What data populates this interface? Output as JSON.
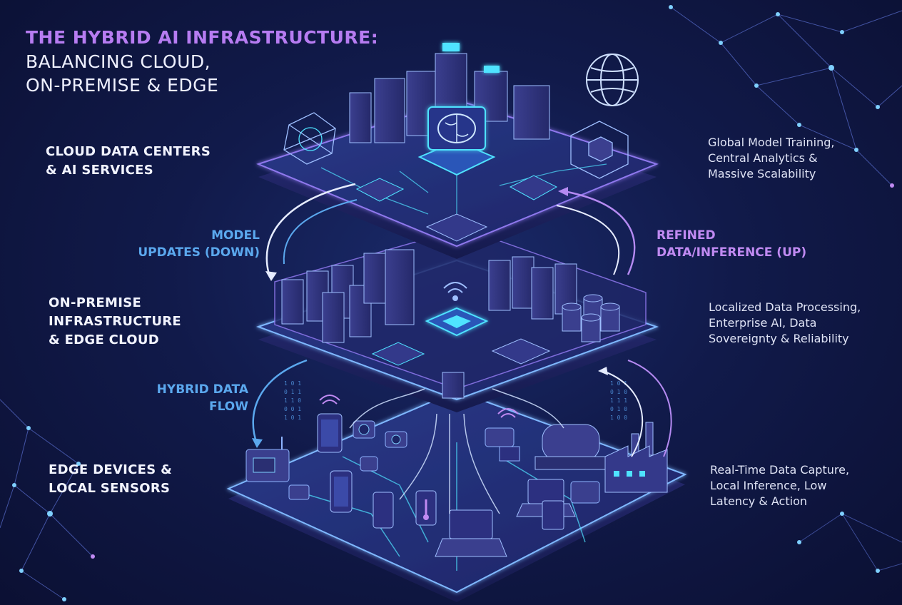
{
  "title": {
    "line1": "THE HYBRID AI INFRASTRUCTURE:",
    "line2": "BALANCING CLOUD,\nON-PREMISE & EDGE"
  },
  "layers": [
    {
      "label": "CLOUD DATA CENTERS\n& AI SERVICES",
      "description": "Global Model Training,\nCentral Analytics &\nMassive Scalability"
    },
    {
      "label": "ON-PREMISE\nINFRASTRUCTURE\n& EDGE CLOUD",
      "description": "Localized Data Processing,\nEnterprise AI, Data\nSovereignty & Reliability"
    },
    {
      "label": "EDGE DEVICES &\nLOCAL SENSORS",
      "description": "Real-Time Data Capture,\nLocal Inference, Low\nLatency & Action"
    }
  ],
  "flows": {
    "down": "MODEL\nUPDATES (DOWN)",
    "up": "REFINED\nDATA/INFERENCE (UP)",
    "hybrid": "HYBRID DATA\nFLOW"
  },
  "colors": {
    "accent_purple": "#b77cf2",
    "accent_blue": "#5ba8ee",
    "glow_cyan": "#4fe3ff",
    "platform_edge": "#7fb8ff"
  },
  "icons": [
    "brain-chip-icon",
    "globe-icon",
    "server-rack-icon",
    "database-icon",
    "wifi-icon",
    "camera-icon",
    "tablet-icon",
    "laptop-icon",
    "factory-icon",
    "thermometer-icon",
    "router-icon",
    "robot-arm-icon"
  ]
}
